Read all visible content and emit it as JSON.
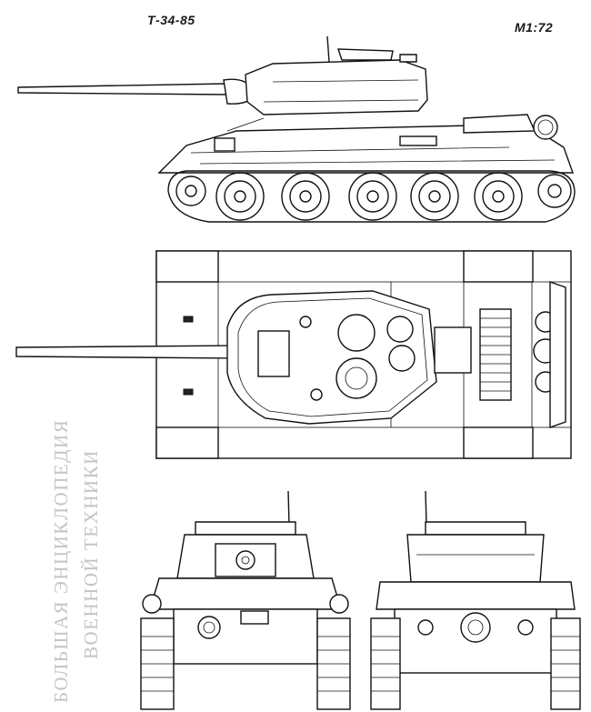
{
  "drawing": {
    "title": "Т-34-85",
    "scale": "М1:72",
    "watermark_line1": "БОЛЬШАЯ ЭНЦИКЛОПЕДИЯ",
    "watermark_line2": "ВОЕННОЙ ТЕХНИКИ"
  },
  "colors": {
    "ink": "#111111",
    "watermark": "#c4c4c4",
    "paper": "#ffffff"
  }
}
